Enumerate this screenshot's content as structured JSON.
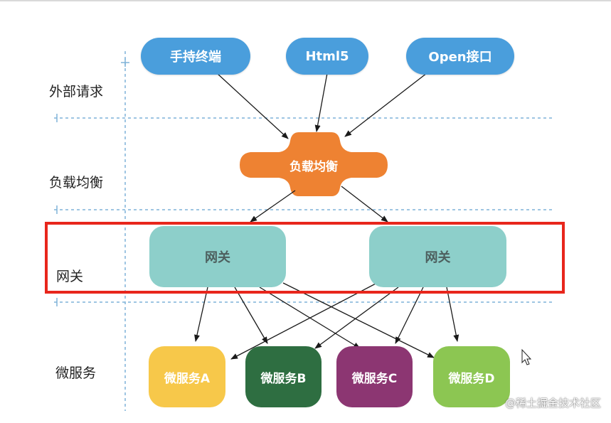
{
  "layers": {
    "external": "外部请求",
    "load_balance": "负载均衡",
    "gateway": "网关",
    "microservice": "微服务"
  },
  "clients": {
    "mobile": "手持终端",
    "html5": "Html5",
    "open_api": "Open接口"
  },
  "load_balancer": {
    "label": "负载均衡"
  },
  "gateways": {
    "left": "网关",
    "right": "网关"
  },
  "services": {
    "a": "微服务A",
    "b": "微服务B",
    "c": "微服务C",
    "d": "微服务D"
  },
  "watermark": "@稀土掘金技术社区",
  "colors": {
    "client": "#4a9edc",
    "load_balancer": "#ee8232",
    "gateway": "#8dcfca",
    "service_a": "#f7c84a",
    "service_b": "#2e6e41",
    "service_c": "#8c3672",
    "service_d": "#8cc652",
    "highlight": "#e8261c",
    "divider": "#7fb2d8"
  }
}
